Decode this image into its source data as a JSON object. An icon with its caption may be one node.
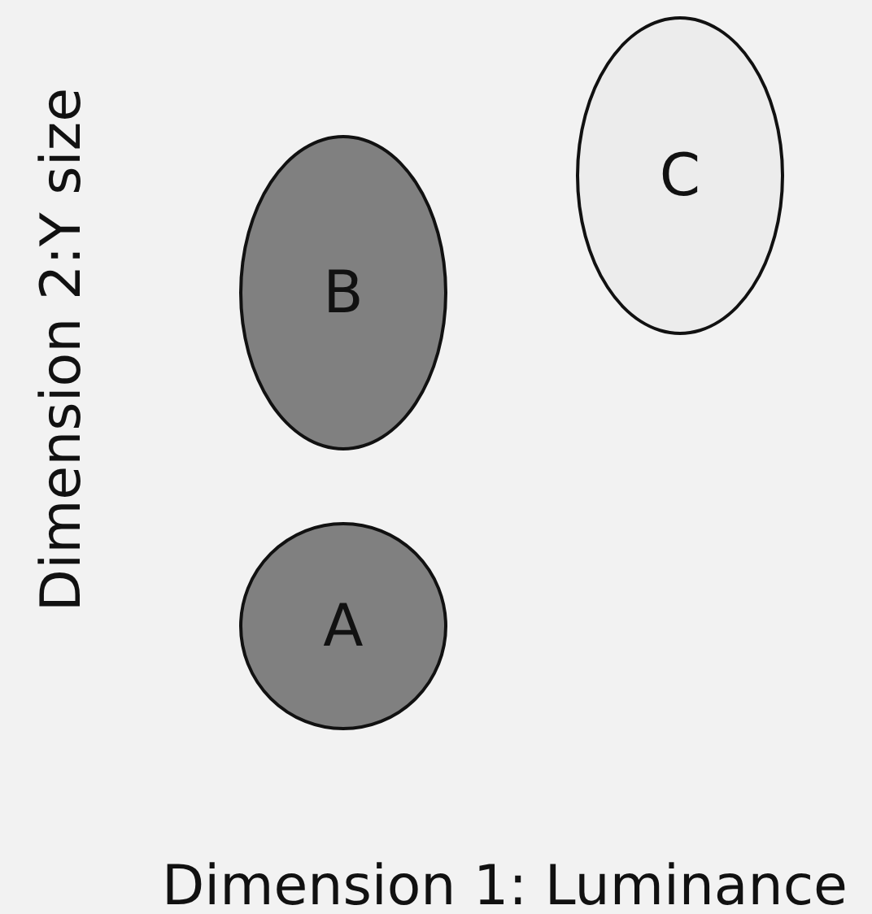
{
  "diagram": {
    "nodes": [
      {
        "text": [
          "C"
        ]
      },
      {
        "text": [
          "B"
        ]
      },
      {
        "text": [
          "A"
        ]
      }
    ],
    "labels": [
      "Dimension 2:Y size",
      "Dimension 1: Luminance"
    ]
  }
}
